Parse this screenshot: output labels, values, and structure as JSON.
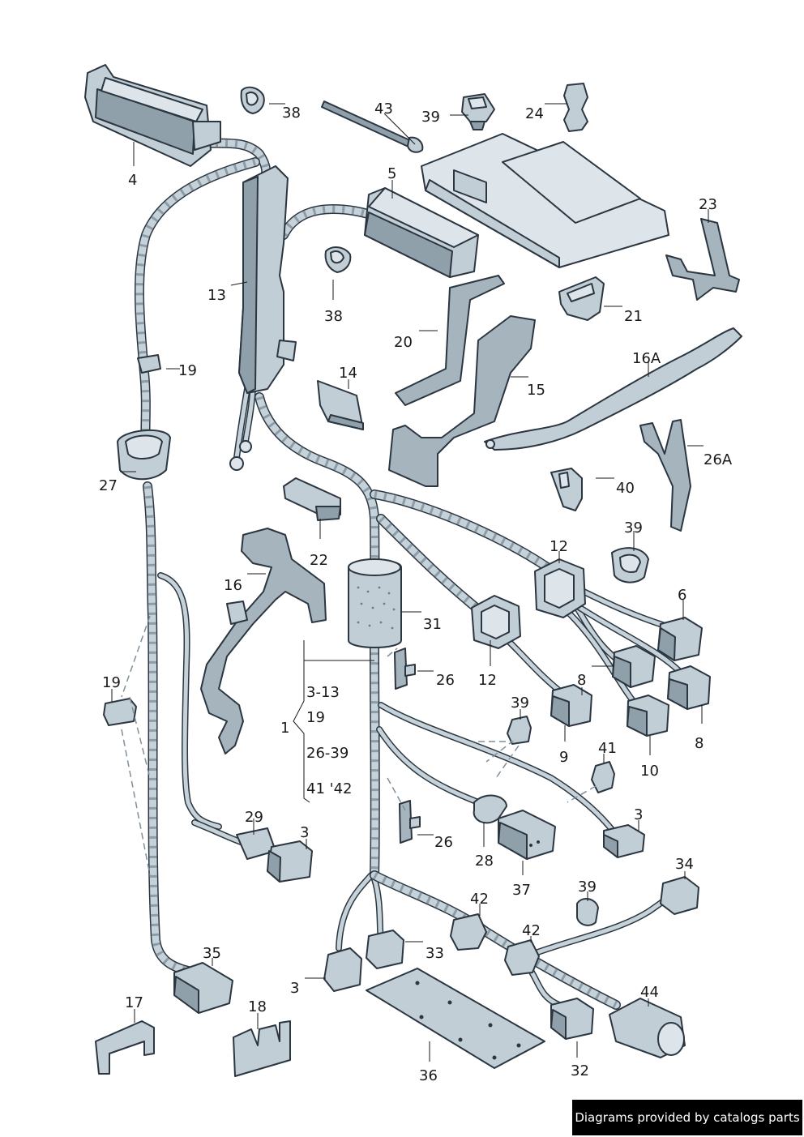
{
  "labels": {
    "l4": "4",
    "l38a": "38",
    "l43": "43",
    "l39a": "39",
    "l24": "24",
    "l5": "5",
    "l23": "23",
    "l13": "13",
    "l38b": "38",
    "l21": "21",
    "l20": "20",
    "l16A": "16A",
    "l19a": "19",
    "l14": "14",
    "l15": "15",
    "l26A": "26A",
    "l27": "27",
    "l40": "40",
    "l39b": "39",
    "l12a": "12",
    "l22": "22",
    "l16": "16",
    "l6": "6",
    "l31": "31",
    "l26a": "26",
    "l12b": "12",
    "l8a": "8",
    "l3-13": "3-13",
    "l19b": "19",
    "l1": "1",
    "l19c": "19",
    "l26-39": "26-39",
    "l39c": "39",
    "l8b": "8",
    "l9": "9",
    "l41": "41",
    "l10": "10",
    "l41-42": "41 '42",
    "l3a": "3",
    "l29": "29",
    "l3b": "3",
    "l26b": "26",
    "l28": "28",
    "l37": "37",
    "l34": "34",
    "l39d": "39",
    "l42a": "42",
    "l42b": "42",
    "l35": "35",
    "l33": "33",
    "l3c": "3",
    "l44": "44",
    "l17": "17",
    "l18": "18",
    "l36": "36",
    "l32": "32"
  },
  "watermark": "Diagrams provided by catalogs parts"
}
